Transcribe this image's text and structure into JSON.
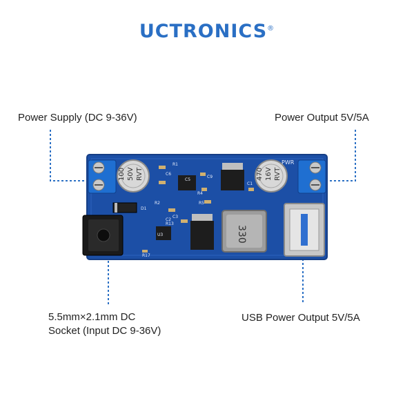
{
  "brand": {
    "name": "UCTRONICS",
    "registered": "®"
  },
  "labels": {
    "power_supply": "Power Supply (DC 9-36V)",
    "power_output": "Power Output 5V/5A",
    "dc_socket_line1": "5.5mm×2.1mm DC",
    "dc_socket_line2": "Socket (Input DC 9-36V)",
    "usb_output": "USB Power Output 5V/5A"
  },
  "board": {
    "cap1_line1": "100",
    "cap1_line2": "50V",
    "cap1_line3": "RVT",
    "cap2_line1": "470",
    "cap2_line2": "16V",
    "cap2_line3": "RVT",
    "inductor": "330",
    "pwr": "PWR",
    "refs": [
      "R1",
      "C5",
      "C6",
      "C9",
      "R2",
      "R4",
      "R5",
      "D1",
      "C2",
      "C3",
      "R13",
      "U3",
      "R17",
      "C1"
    ]
  },
  "colors": {
    "accent": "#2a6fc4",
    "pcb": "#1c4fa6",
    "terminal": "#1f6fd1"
  }
}
